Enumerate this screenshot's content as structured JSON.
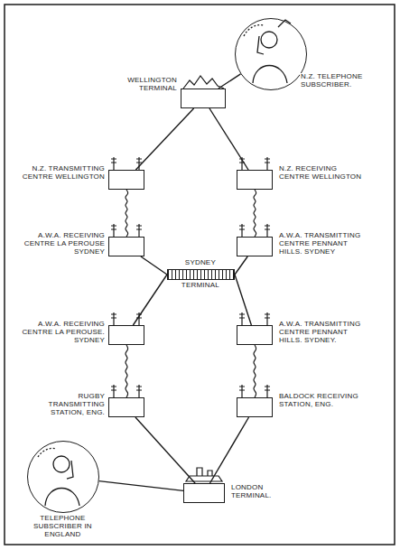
{
  "diagram": {
    "nodes": [
      {
        "text": [
          "WELLINGTON TERMINAL"
        ]
      },
      {
        "text": [
          "N.Z. TELEPHONE SUBSCRIBER."
        ]
      },
      {
        "text": [
          "N.Z. TRANSMITTING CENTRE WELLINGTON"
        ]
      },
      {
        "text": [
          "N.Z. RECEIVING CENTRE WELLINGTON"
        ]
      },
      {
        "text": [
          "A.W.A. RECEIVING CENTRE LA PEROUSE SYDNEY"
        ]
      },
      {
        "text": [
          "A.W.A. TRANSMITTING CENTRE PENNANT HILLS. SYDNEY"
        ]
      },
      {
        "text": [
          "SYDNEY",
          "TERMINAL"
        ]
      },
      {
        "text": [
          "A.W.A. RECEIVING CENTRE LA PEROUSE. SYDNEY"
        ]
      },
      {
        "text": [
          "A.W.A. TRANSMITTING CENTRE PENNANT HILLS. SYDNEY."
        ]
      },
      {
        "text": [
          "RUGBY TRANSMITTING STATION, ENG."
        ]
      },
      {
        "text": [
          "BALDOCK RECEIVING STATION, ENG."
        ]
      },
      {
        "text": [
          "LONDON TERMINAL."
        ]
      },
      {
        "text": [
          "TELEPHONE SUBSCRIBER IN ENGLAND"
        ]
      }
    ],
    "edges": [
      {
        "from": 1,
        "to": 0,
        "arrow": "none"
      },
      {
        "from": 0,
        "to": 2,
        "arrow": "none"
      },
      {
        "from": 0,
        "to": 3,
        "arrow": "none"
      },
      {
        "from": 2,
        "to": 4,
        "arrow": "none"
      },
      {
        "from": 3,
        "to": 5,
        "arrow": "none"
      },
      {
        "from": 4,
        "to": 6,
        "arrow": "none"
      },
      {
        "from": 5,
        "to": 6,
        "arrow": "none"
      },
      {
        "from": 6,
        "to": 7,
        "arrow": "none"
      },
      {
        "from": 6,
        "to": 8,
        "arrow": "none"
      },
      {
        "from": 7,
        "to": 9,
        "arrow": "none"
      },
      {
        "from": 8,
        "to": 10,
        "arrow": "none"
      },
      {
        "from": 9,
        "to": 11,
        "arrow": "none"
      },
      {
        "from": 10,
        "to": 11,
        "arrow": "none"
      },
      {
        "from": 12,
        "to": 11,
        "arrow": "none"
      }
    ]
  }
}
